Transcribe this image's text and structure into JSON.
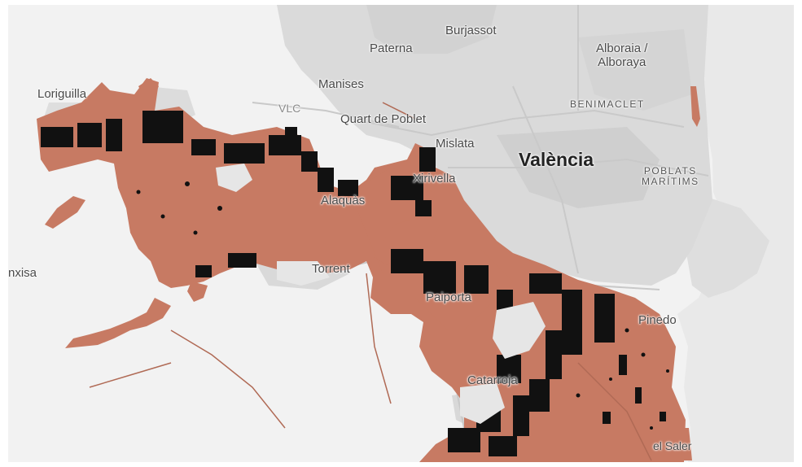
{
  "map": {
    "colors": {
      "flood_area": "#c77a63",
      "flood_road": "#b06a55",
      "damaged_buildings": "#111111",
      "urban_fabric": "#d9d9d9",
      "sea": "#e9e9e9",
      "background": "#f2f2f2",
      "label_text": "#4a4a4a",
      "main_road": "#c9c9c9"
    },
    "labels": {
      "burjassot": "Burjassot",
      "paterna": "Paterna",
      "alboraia_line1": "Alboraia /",
      "alboraia_line2": "Alboraya",
      "longuilla": "Loriguilla",
      "manises": "Manises",
      "benimaclet": "BENIMACLET",
      "vlc": "VLC",
      "quart": "Quart de Poblet",
      "mislata": "Mislata",
      "valencia": "València",
      "poblats_line1": "POBLATS",
      "poblats_line2": "MARÍTIMS",
      "xirivella": "Xirivella",
      "alaquas": "Alaquàs",
      "torrent": "Torrent",
      "xisa": "nxisa",
      "paiporta": "Paiporta",
      "pinedo": "Pinedo",
      "catarroja": "Catarroja",
      "el_saler": "el Saler"
    }
  }
}
